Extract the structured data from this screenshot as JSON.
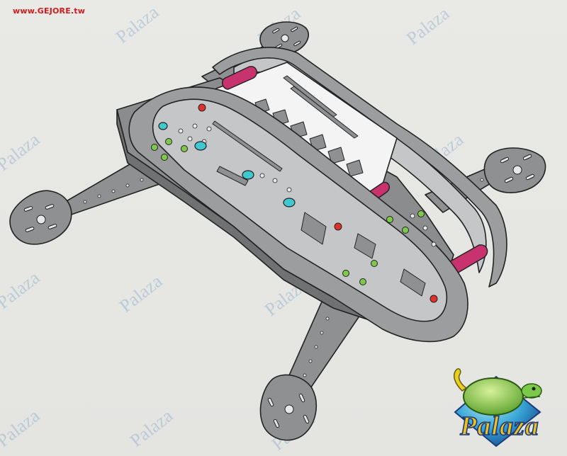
{
  "site_label": "www.GEJORE.tw",
  "watermark_text": "Palaza",
  "logo": {
    "text": "Palaza",
    "text_color": "#f0c020",
    "outline_color": "#1b3b7a"
  },
  "colors": {
    "background": "#e6e6e3",
    "frame_plate": "#8e9092",
    "frame_edge": "#2a2a2a",
    "standoff_magenta": "#c8326e",
    "screw_green": "#7ec84a",
    "screw_cyan": "#3fc8d0",
    "screw_red": "#e0322a",
    "watermark": "#78a0c8"
  }
}
